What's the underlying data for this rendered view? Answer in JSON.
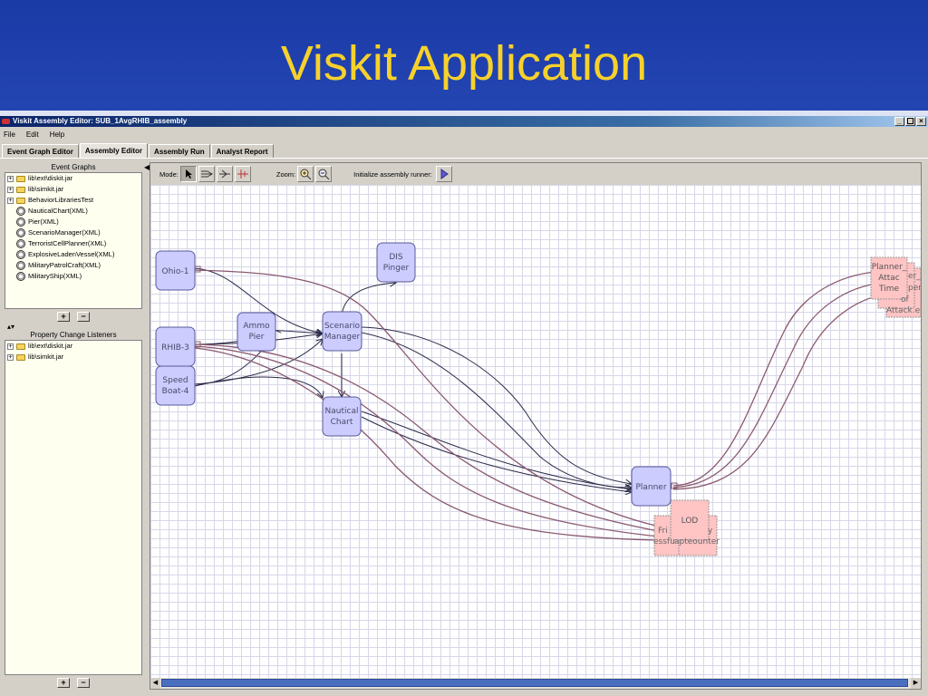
{
  "slide": {
    "title": "Viskit Application"
  },
  "window": {
    "title": "Viskit Assembly Editor: SUB_1AvgRHIB_assembly",
    "controls": [
      "_",
      "×"
    ]
  },
  "menu": {
    "file": "File",
    "edit": "Edit",
    "help": "Help"
  },
  "tabs": [
    "Event Graph Editor",
    "Assembly Editor",
    "Assembly Run",
    "Analyst Report"
  ],
  "event_graphs": {
    "header": "Event Graphs",
    "folders": [
      "lib\\ext\\diskit.jar",
      "lib\\simkit.jar",
      "BehaviorLibrariesTest"
    ],
    "items": [
      "NauticalChart(XML)",
      "Pier(XML)",
      "ScenarioManager(XML)",
      "TerroristCellPlanner(XML)",
      "ExplosiveLadenVessel(XML)",
      "MilitaryPatrolCraft(XML)",
      "MilitaryShip(XML)"
    ]
  },
  "pcl": {
    "header": "Property Change Listeners",
    "folders": [
      "lib\\ext\\diskit.jar",
      "lib\\simkit.jar"
    ]
  },
  "buttons": {
    "plus": "+",
    "minus": "−"
  },
  "toolbar": {
    "mode_label": "Mode:",
    "zoom_label": "Zoom:",
    "init_label": "Initialize assembly runner:"
  },
  "nodes": {
    "ohio1": "Ohio-1",
    "rhib3": "RHIB-3",
    "speedboat_l1": "Speed",
    "speedboat_l2": "Boat-4",
    "ammo_l1": "Ammo",
    "ammo_l2": "Pier",
    "scenario_l1": "Scenario",
    "scenario_l2": "Manager",
    "dis_l1": "DIS",
    "dis_l2": "Pinger",
    "nautical_l1": "Nautical",
    "nautical_l2": "Chart",
    "planner": "Planner",
    "lod": "LOD",
    "pcl_right_l1": "Planner_",
    "pcl_right_l2": "Attac",
    "pcl_right_l3": "Time",
    "pcl_right_frag1": "er_",
    "pcl_right_frag2": "per",
    "pcl_right_frag3": "of",
    "pcl_right_frag4": "Attack.en",
    "pcl_bottom_frag1": "Fri",
    "pcl_bottom_frag2": "essfu",
    "pcl_bottom_frag3": "y",
    "pcl_bottom_frag4": "apteounter"
  },
  "colors": {
    "node_fill": "#ccccff",
    "node_stroke": "#5a5a9a",
    "pcl_fill": "#ffc4c4",
    "edge_dark": "#2b2b48",
    "edge_pcl": "#8a5a70",
    "slide_title": "#f7d12b"
  }
}
